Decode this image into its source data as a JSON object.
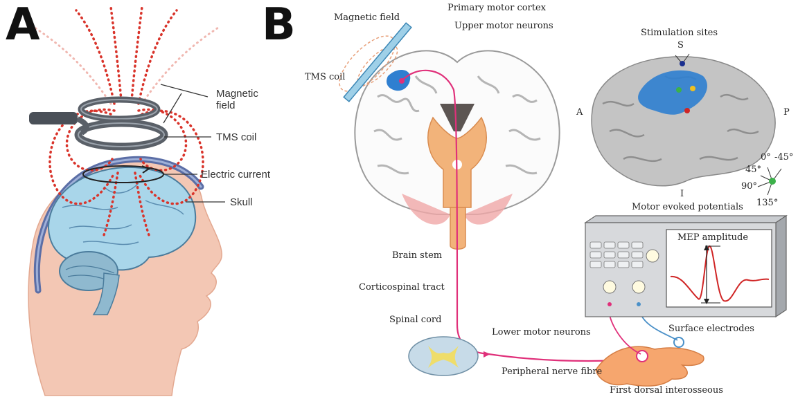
{
  "panel_a": {
    "letter": "A",
    "labels": {
      "magnetic_field_line1": "Magnetic",
      "magnetic_field_line2": "field",
      "tms_coil": "TMS coil",
      "electric_current": "Electric current",
      "skull": "Skull"
    }
  },
  "panel_b": {
    "letter": "B",
    "labels": {
      "magnetic_field": "Magnetic field",
      "primary_motor_cortex": "Primary motor cortex",
      "upper_motor_neurons": "Upper motor neurons",
      "tms_coil": "TMS coil",
      "brain_stem": "Brain stem",
      "corticospinal_tract": "Corticospinal tract",
      "spinal_cord": "Spinal cord",
      "lower_motor_neurons": "Lower motor neurons",
      "peripheral_nerve_fibre": "Peripheral nerve fibre",
      "first_dorsal_interosseous": "First dorsal interosseous",
      "surface_electrodes": "Surface electrodes",
      "stimulation_sites": "Stimulation sites",
      "dir_s": "S",
      "dir_i": "I",
      "dir_a": "A",
      "dir_p": "P",
      "angle_0": "0°",
      "angle_m45": "-45°",
      "angle_45": "45°",
      "angle_90": "90°",
      "angle_135": "135°",
      "motor_evoked_potentials": "Motor evoked potentials",
      "mep_amplitude": "MEP amplitude"
    }
  },
  "colors": {
    "field_dots": "#d9342b",
    "coil": "#5a6068",
    "brain_blue": "#a9d6ea",
    "skin": "#f3c7b4",
    "nerve_path": "#e0307a",
    "stim_area": "#2f7fd0",
    "mep_trace": "#d02525",
    "orange_tissue": "#f2b37a"
  }
}
